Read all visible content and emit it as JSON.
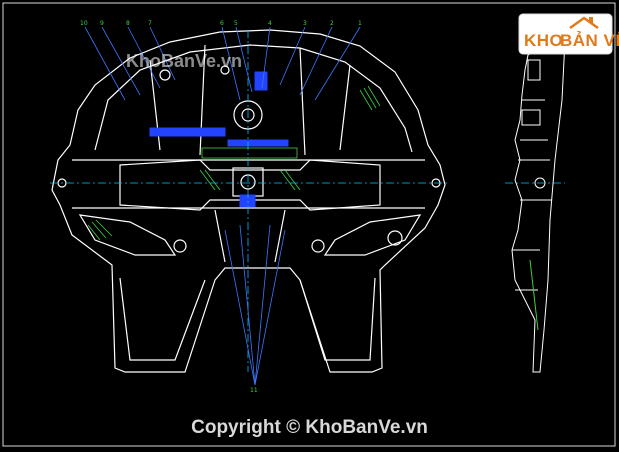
{
  "logo": {
    "part1": "KHO",
    "part2": "BẢN VẼ",
    "brand_color": "#e07a1a"
  },
  "watermark": "KhoBanVe.vn",
  "copyright": "Copyright © KhoBanVe.vn",
  "part_numbers": [
    "10",
    "9",
    "8",
    "7",
    "6",
    "5",
    "4",
    "3",
    "2",
    "1",
    "11"
  ],
  "colors": {
    "outline": "#ffffff",
    "centerline": "#00bfff",
    "leader": "#3c78ff",
    "label": "#3fd03f",
    "highlight": "#2244ff",
    "hatch": "#3fd03f",
    "frame": "#d8d8d8"
  }
}
